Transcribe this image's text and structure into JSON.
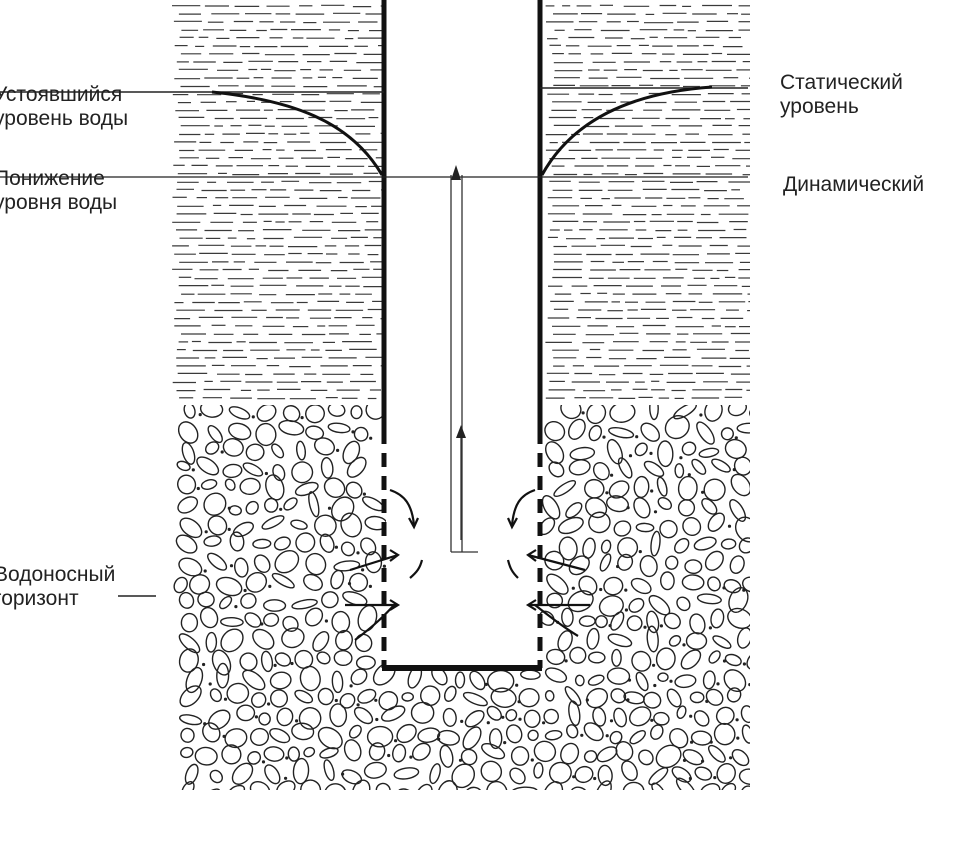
{
  "labels": {
    "settled_level": [
      "Устоявшийся",
      "уровень воды"
    ],
    "drawdown": [
      "Понижение",
      "уровня воды"
    ],
    "aquifer": [
      "Водоносный",
      "горизонт"
    ],
    "static_level": [
      "Статический",
      "уровень"
    ],
    "dynamic_level": "Динамический"
  },
  "colors": {
    "ink": "#222222",
    "hatch": "#3a3a3a",
    "background": "#ffffff"
  }
}
